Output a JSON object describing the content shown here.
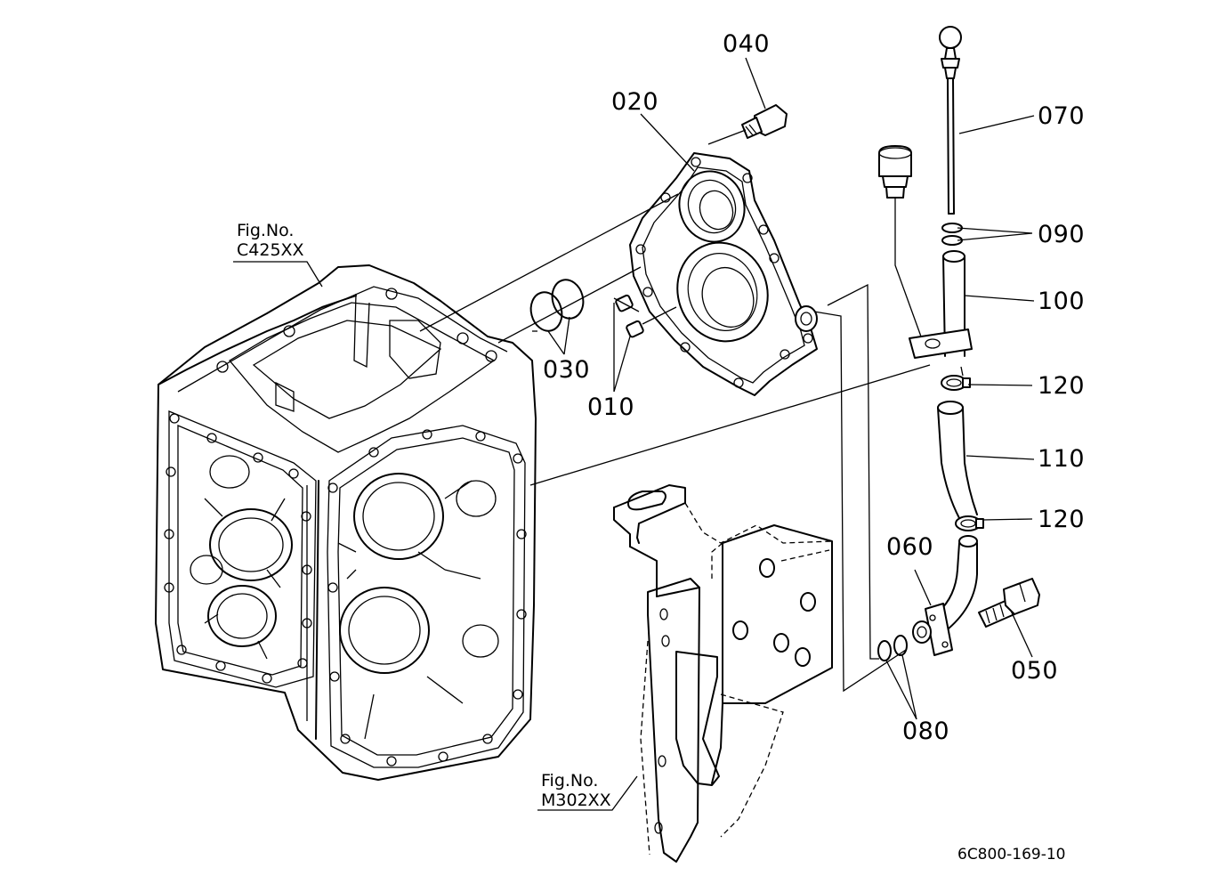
{
  "diagram": {
    "callouts": [
      {
        "id": "010",
        "label": "010"
      },
      {
        "id": "020",
        "label": "020"
      },
      {
        "id": "030",
        "label": "030"
      },
      {
        "id": "040",
        "label": "040"
      },
      {
        "id": "050",
        "label": "050"
      },
      {
        "id": "060",
        "label": "060"
      },
      {
        "id": "070",
        "label": "070"
      },
      {
        "id": "080",
        "label": "080"
      },
      {
        "id": "090",
        "label": "090"
      },
      {
        "id": "100",
        "label": "100"
      },
      {
        "id": "110",
        "label": "110"
      },
      {
        "id": "120a",
        "label": "120"
      },
      {
        "id": "120b",
        "label": "120"
      }
    ],
    "figure_refs": [
      {
        "line1": "Fig.No.",
        "line2": "C425XX"
      },
      {
        "line1": "Fig.No.",
        "line2": "M302XX"
      }
    ],
    "drawing_code": "6C800-169-10"
  }
}
